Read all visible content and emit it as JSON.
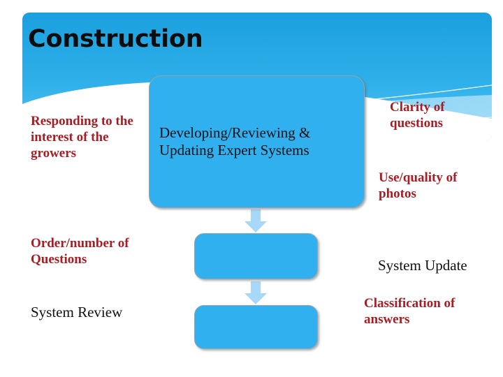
{
  "slide": {
    "title": "Construction",
    "theme": {
      "banner_blue_top": "#1ea2e0",
      "banner_blue_bottom": "#7fd0f4",
      "box_fill": "#31b0f0",
      "box_border": "#9aa4a8",
      "arrow_fill": "#a8d8f8",
      "accent_red": "#a81c23",
      "text_black": "#111111",
      "background": "#ffffff"
    }
  },
  "flow": {
    "boxes": [
      {
        "id": "box-top",
        "text": "Developing/Reviewing & Updating Expert Systems"
      },
      {
        "id": "box-middle",
        "text": ""
      },
      {
        "id": "box-bottom",
        "text": ""
      }
    ],
    "arrows": [
      {
        "id": "arrow-1",
        "direction": "down"
      },
      {
        "id": "arrow-2",
        "direction": "down"
      }
    ]
  },
  "labels": {
    "left": [
      {
        "id": "responding",
        "text": "Responding to the interest of the growers",
        "color": "red"
      },
      {
        "id": "order",
        "text": "Order/number of Questions",
        "color": "red"
      },
      {
        "id": "review",
        "text": "System Review",
        "color": "black"
      }
    ],
    "right": [
      {
        "id": "clarity",
        "text": "Clarity of questions",
        "color": "red"
      },
      {
        "id": "photos",
        "text": "Use/quality of photos",
        "color": "red"
      },
      {
        "id": "update",
        "text": "System Update",
        "color": "black"
      },
      {
        "id": "classify",
        "text": "Classification of answers",
        "color": "red"
      }
    ]
  }
}
